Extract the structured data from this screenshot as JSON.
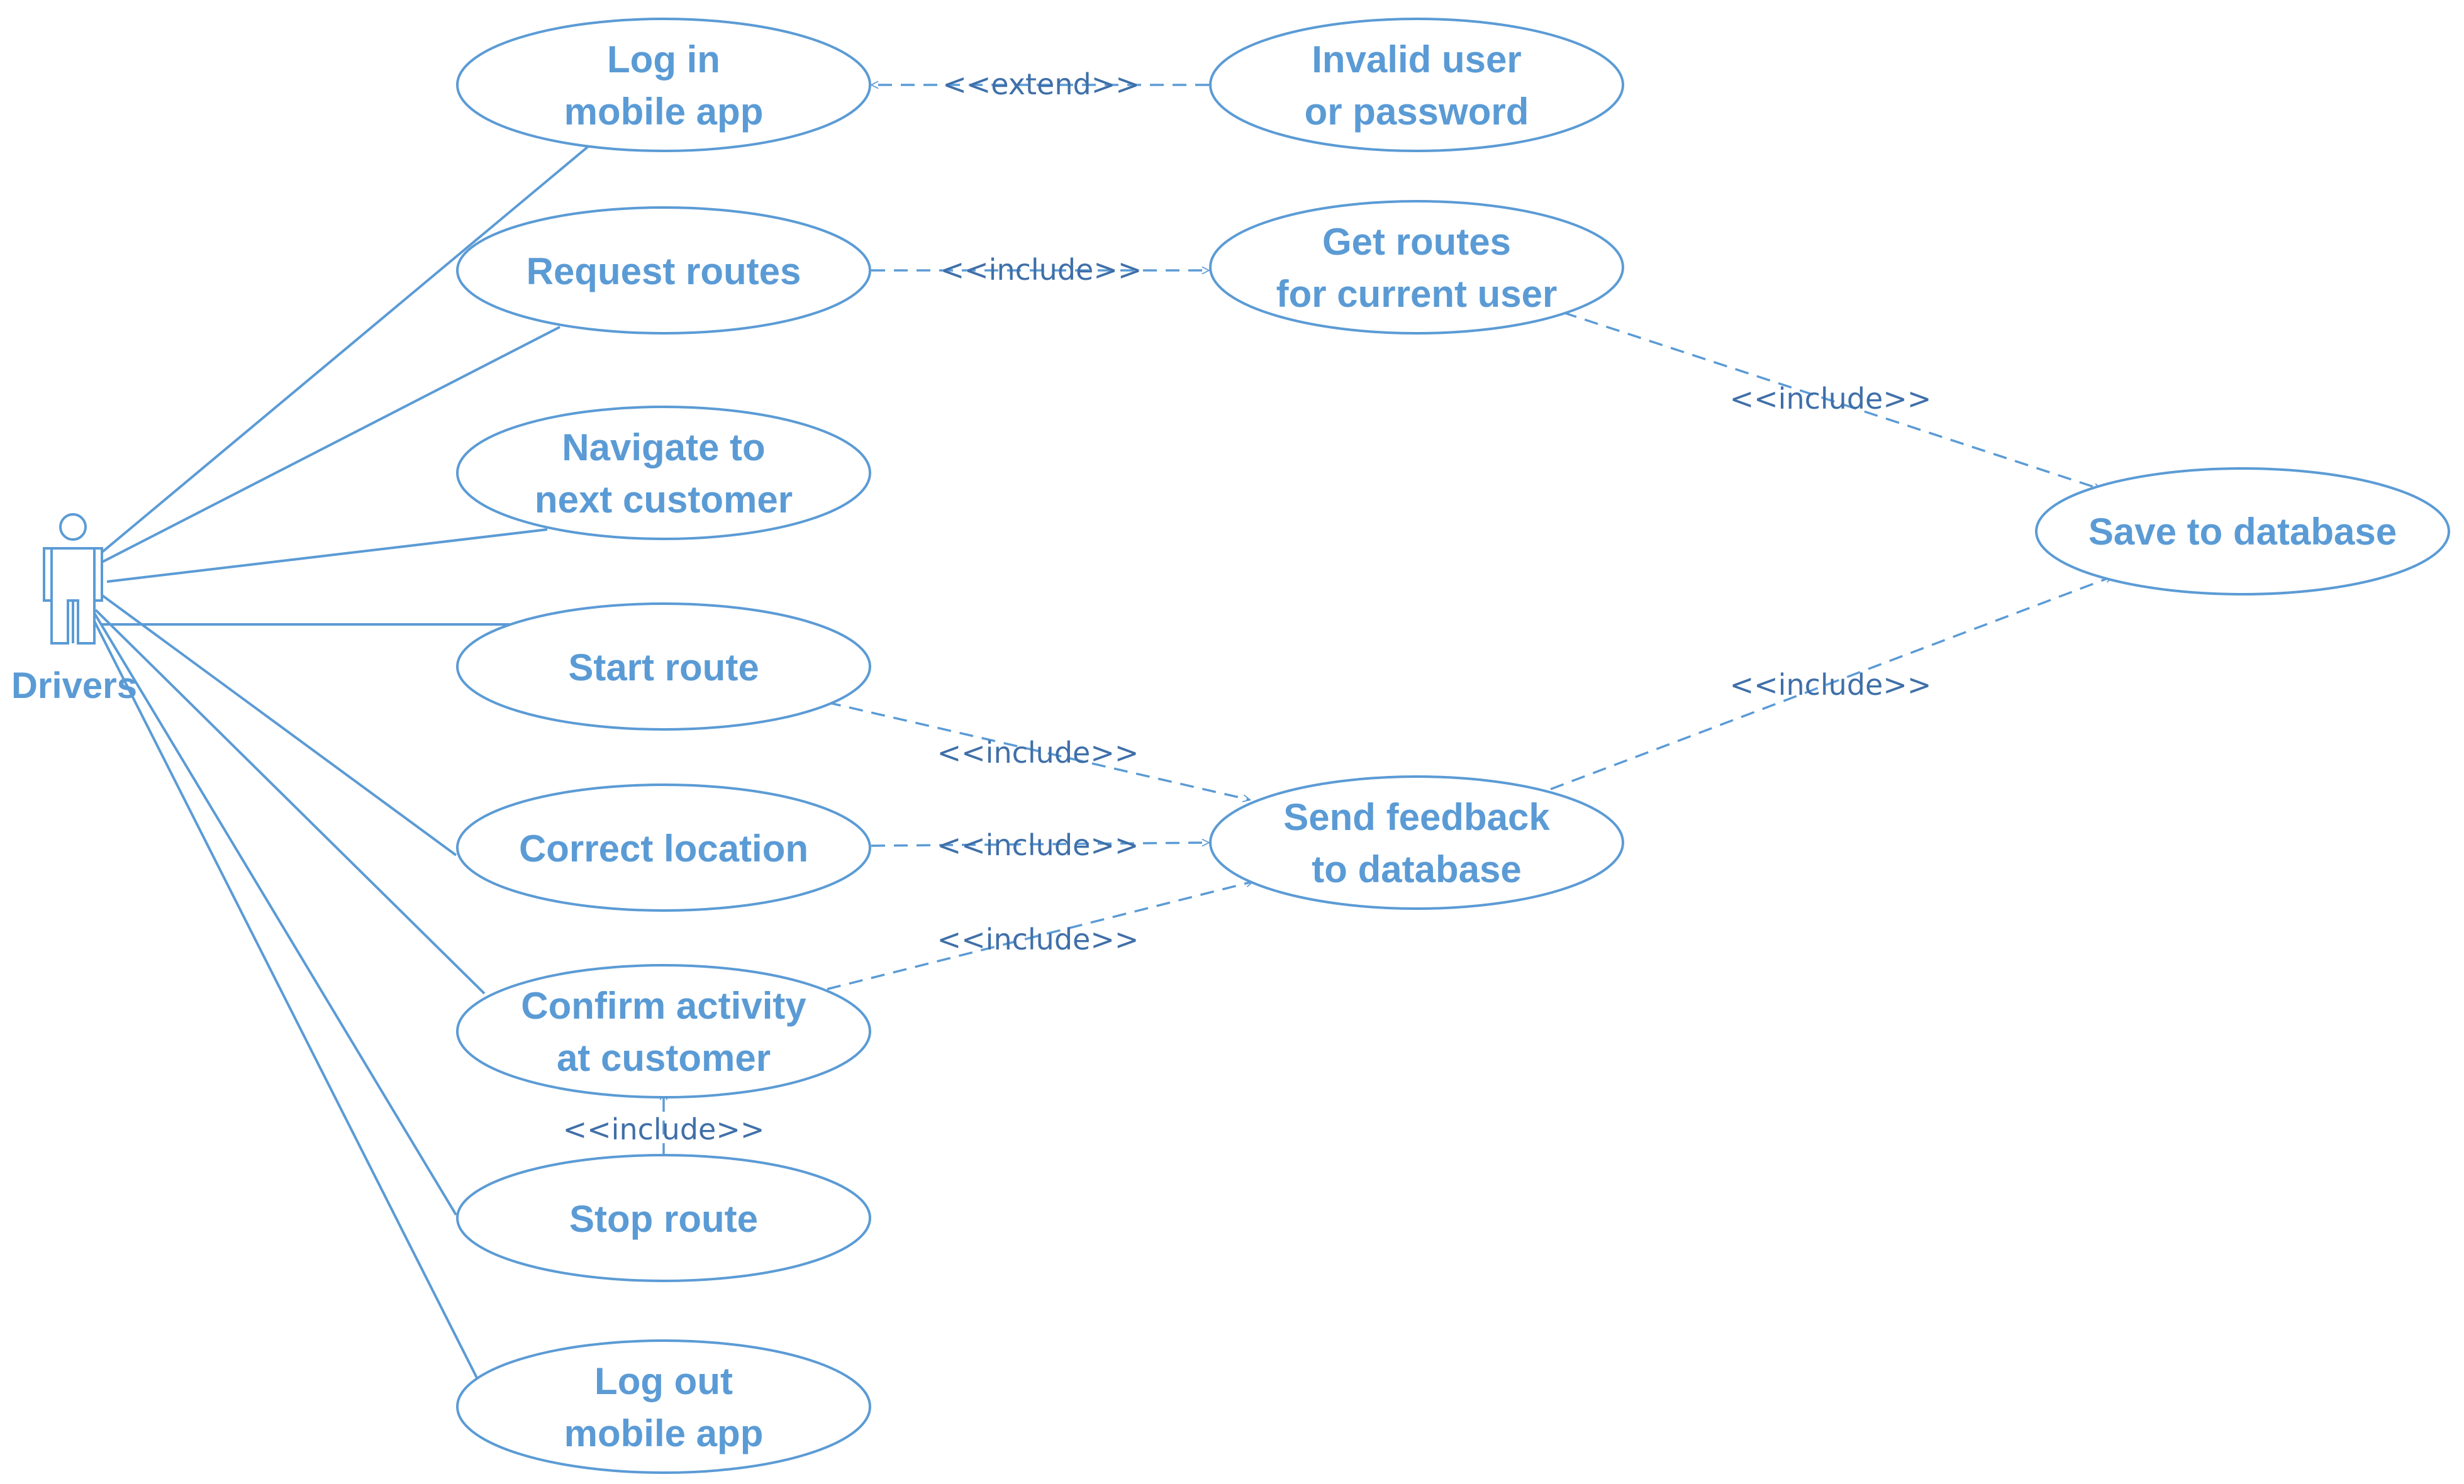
{
  "actor": {
    "label": "Drivers"
  },
  "use_cases": {
    "login": [
      "Log in",
      "mobile app"
    ],
    "invalid": [
      "Invalid user",
      "or password"
    ],
    "request_routes": [
      "Request routes"
    ],
    "get_routes": [
      "Get routes",
      "for current user"
    ],
    "navigate": [
      "Navigate to",
      "next customer"
    ],
    "save_db": [
      "Save to database"
    ],
    "start_route": [
      "Start route"
    ],
    "correct_location": [
      "Correct location"
    ],
    "send_feedback": [
      "Send feedback",
      "to database"
    ],
    "confirm_activity": [
      "Confirm activity",
      "at customer"
    ],
    "stop_route": [
      "Stop route"
    ],
    "logout": [
      "Log out",
      "mobile app"
    ]
  },
  "relations": {
    "extend_label": "<<extend>>",
    "include_label": "<<include>>"
  },
  "colors": {
    "stroke": "#5b9bd5",
    "label": "#3f6fa8"
  }
}
